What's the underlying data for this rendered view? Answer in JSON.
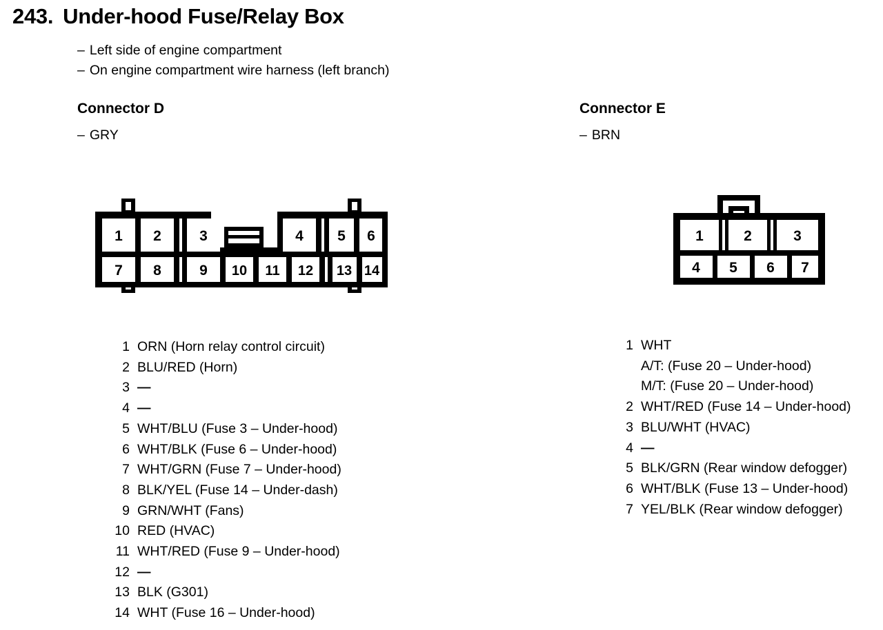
{
  "page": {
    "number": "243.",
    "title": "Under-hood Fuse/Relay Box",
    "notes": [
      "Left side of engine compartment",
      "On engine compartment wire harness (left branch)"
    ],
    "dash": "–",
    "emdash": "—"
  },
  "connector_d": {
    "heading": "Connector D",
    "color": "GRY",
    "diagram": {
      "top_row": [
        "1",
        "2",
        "3",
        "4",
        "5",
        "6"
      ],
      "bottom_row": [
        "7",
        "8",
        "9",
        "10",
        "11",
        "12",
        "13",
        "14"
      ]
    },
    "pins": [
      {
        "num": "1",
        "desc": "ORN (Horn relay control circuit)"
      },
      {
        "num": "2",
        "desc": "BLU/RED (Horn)"
      },
      {
        "num": "3",
        "desc": "—"
      },
      {
        "num": "4",
        "desc": "—"
      },
      {
        "num": "5",
        "desc": "WHT/BLU (Fuse 3 – Under-hood)"
      },
      {
        "num": "6",
        "desc": "WHT/BLK (Fuse 6 – Under-hood)"
      },
      {
        "num": "7",
        "desc": "WHT/GRN (Fuse 7 – Under-hood)"
      },
      {
        "num": "8",
        "desc": "BLK/YEL (Fuse 14 – Under-dash)"
      },
      {
        "num": "9",
        "desc": "GRN/WHT (Fans)"
      },
      {
        "num": "10",
        "desc": "RED (HVAC)"
      },
      {
        "num": "11",
        "desc": "WHT/RED (Fuse 9 – Under-hood)"
      },
      {
        "num": "12",
        "desc": "—"
      },
      {
        "num": "13",
        "desc": "BLK (G301)"
      },
      {
        "num": "14",
        "desc": "WHT (Fuse 16 – Under-hood)"
      }
    ]
  },
  "connector_e": {
    "heading": "Connector E",
    "color": "BRN",
    "diagram": {
      "top_row": [
        "1",
        "2",
        "3"
      ],
      "bottom_row": [
        "4",
        "5",
        "6",
        "7"
      ]
    },
    "pins": [
      {
        "num": "1",
        "desc": "WHT",
        "sublines": [
          "A/T: (Fuse 20 – Under-hood)",
          "M/T: (Fuse 20 – Under-hood)"
        ]
      },
      {
        "num": "2",
        "desc": "WHT/RED (Fuse 14 – Under-hood)"
      },
      {
        "num": "3",
        "desc": "BLU/WHT (HVAC)"
      },
      {
        "num": "4",
        "desc": "—"
      },
      {
        "num": "5",
        "desc": "BLK/GRN (Rear window defogger)"
      },
      {
        "num": "6",
        "desc": "WHT/BLK (Fuse 13 – Under-hood)"
      },
      {
        "num": "7",
        "desc": "YEL/BLK (Rear window defogger)"
      }
    ]
  },
  "colors": {
    "ink": "#000000",
    "paper": "#ffffff"
  }
}
